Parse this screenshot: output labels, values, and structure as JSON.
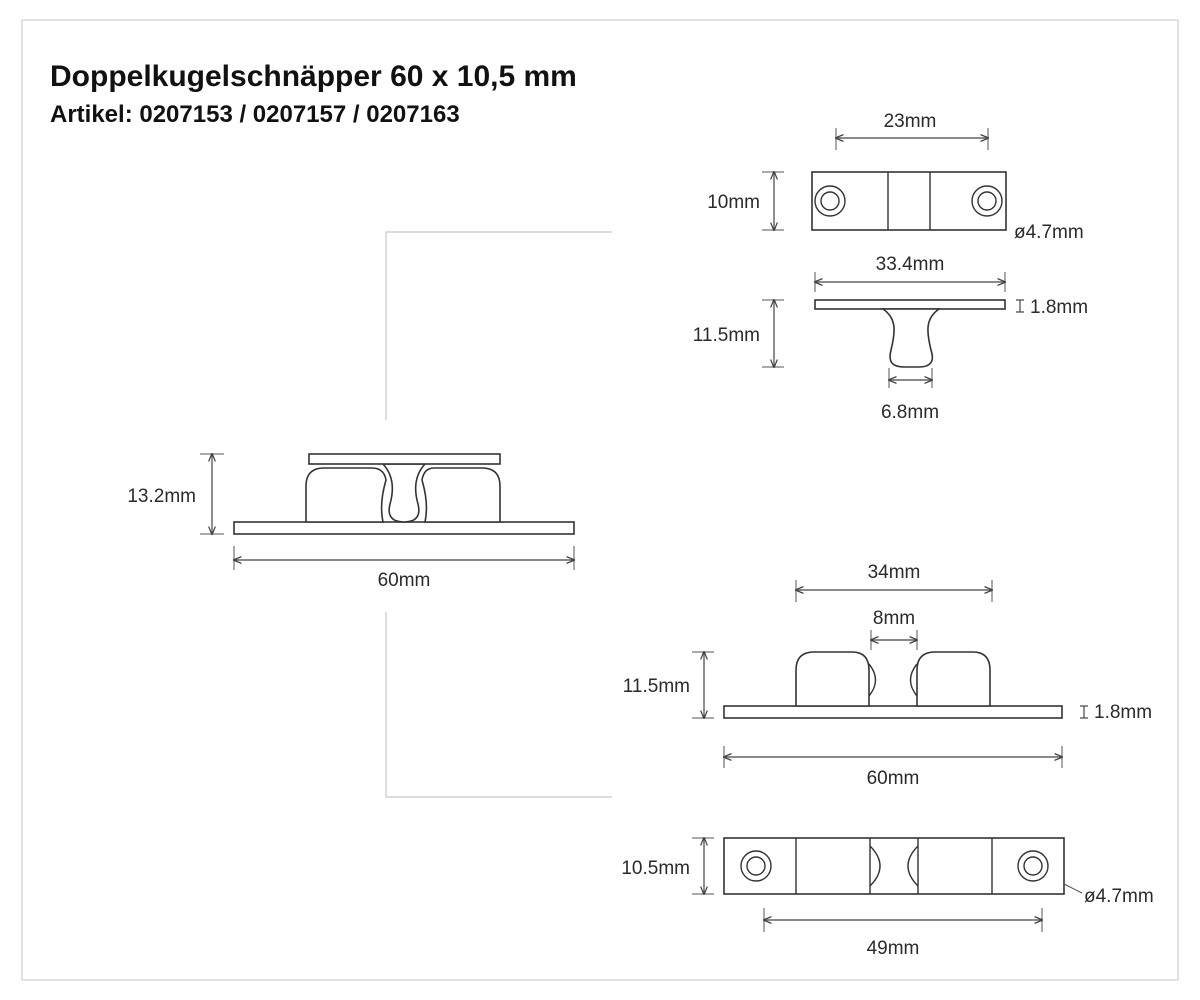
{
  "header": {
    "title": "Doppelkugelschnäpper 60 x 10,5 mm",
    "subtitle": "Artikel: 0207153 / 0207157 / 0207163"
  },
  "dimensions": {
    "striker_top_width": "23mm",
    "striker_top_height": "10mm",
    "striker_hole": "ø4.7mm",
    "striker_side_width": "33.4mm",
    "striker_side_height": "11.5mm",
    "striker_plate_thickness": "1.8mm",
    "striker_stem_width": "6.8mm",
    "assembly_height": "13.2mm",
    "assembly_width": "60mm",
    "catch_housing_width": "34mm",
    "catch_gap": "8mm",
    "catch_side_height": "11.5mm",
    "catch_plate_thickness": "1.8mm",
    "catch_side_width": "60mm",
    "catch_top_height": "10.5mm",
    "catch_hole": "ø4.7mm",
    "catch_hole_spacing": "49mm"
  }
}
